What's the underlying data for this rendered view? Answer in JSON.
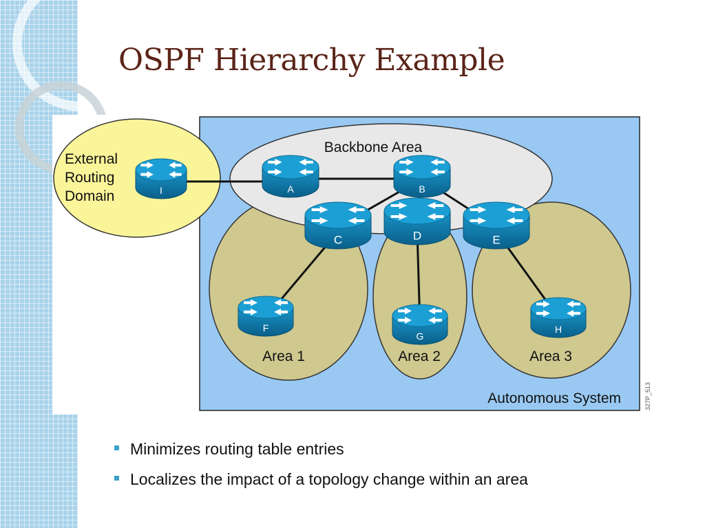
{
  "slide": {
    "title": "OSPF Hierarchy Example",
    "bullets": [
      "Minimizes routing table entries",
      "Localizes the impact of a topology change within an area"
    ]
  },
  "diagram": {
    "external_domain_label": [
      "External",
      "Routing",
      "Domain"
    ],
    "backbone_label": "Backbone Area",
    "autonomous_system_label": "Autonomous System",
    "areas": [
      "Area 1",
      "Area 2",
      "Area 3"
    ],
    "routers": [
      "I",
      "A",
      "B",
      "C",
      "D",
      "E",
      "F",
      "G",
      "H"
    ],
    "figure_code": "327P_513",
    "links": [
      [
        "I",
        "A"
      ],
      [
        "A",
        "B"
      ],
      [
        "B",
        "C"
      ],
      [
        "B",
        "D"
      ],
      [
        "B",
        "E"
      ],
      [
        "C",
        "F"
      ],
      [
        "D",
        "G"
      ],
      [
        "E",
        "H"
      ]
    ],
    "colors": {
      "title": "#5b2418",
      "autonomous_system_fill": "#99c9f2",
      "backbone_fill": "#e8e8e8",
      "area_fill": "#cfc88f",
      "external_fill": "#fbf59a",
      "router_fill": "#1c9fd4",
      "bullet": "#3aa0c8"
    },
    "icons": {
      "router": "router-icon"
    }
  }
}
